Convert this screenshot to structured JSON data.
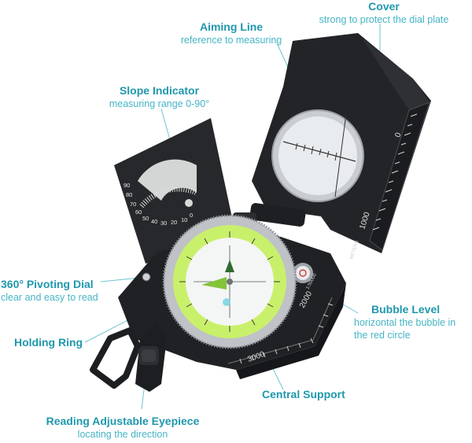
{
  "colors": {
    "accent_title": "#1f98ad",
    "accent_sub": "#46b5c6",
    "leader_line": "#6fc3d1",
    "body_dark": "#232427",
    "dial_green": "#c9f06b",
    "bezel_silver": "#c8cacd"
  },
  "callouts": {
    "cover": {
      "title": "Cover",
      "subtitle": "strong to protect the dial plate"
    },
    "aiming_line": {
      "title": "Aiming Line",
      "subtitle": "reference to measuring"
    },
    "slope_indicator": {
      "title": "Slope Indicator",
      "subtitle": "measuring range 0-90°"
    },
    "pivoting_dial": {
      "title": "360° Pivoting Dial",
      "subtitle": "clear and easy to read"
    },
    "bubble_level": {
      "title": "Bubble Level",
      "subtitle_line1": "horizontal the bubble in",
      "subtitle_line2": "the red circle"
    },
    "holding_ring": {
      "title": "Holding Ring"
    },
    "central_support": {
      "title": "Central Support"
    },
    "eyepiece": {
      "title": "Reading Adjustable Eyepiece",
      "subtitle": "locating the direction"
    }
  },
  "device": {
    "cover_scale": [
      "0",
      "1000"
    ],
    "cover_unit": "METERS",
    "base_scale": [
      "3000",
      "2000"
    ],
    "base_unit": "1:50000",
    "clinometer_numbers": [
      "90",
      "80",
      "70",
      "60",
      "50",
      "40",
      "30",
      "20",
      "10",
      "0"
    ]
  }
}
